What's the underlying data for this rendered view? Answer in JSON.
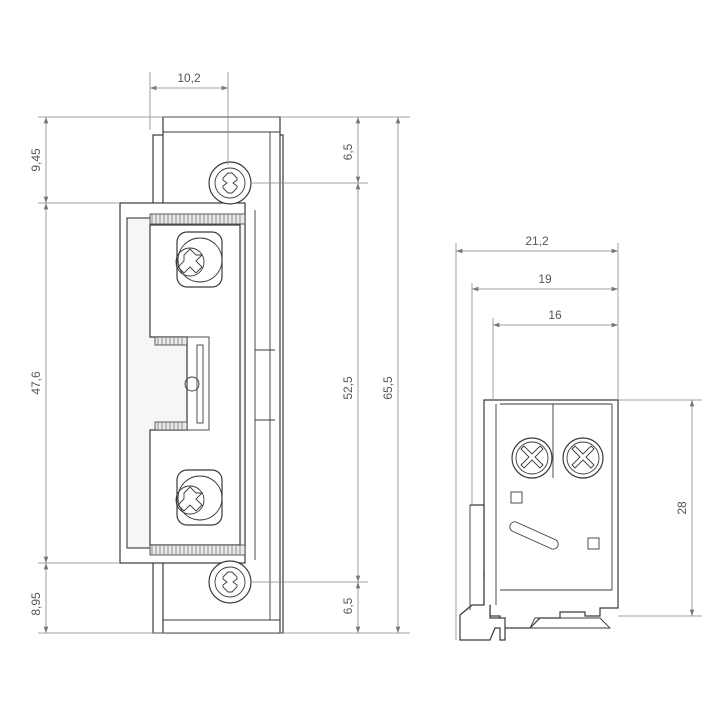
{
  "front_view": {
    "dimensions": {
      "top_width": "10,2",
      "top_offset": "9,45",
      "strike_height": "47,6",
      "bottom_offset": "8,95",
      "screw_top": "6,5",
      "screw_spacing": "52,5",
      "total_height": "65,5",
      "screw_bottom": "6,5"
    }
  },
  "side_view": {
    "dimensions": {
      "depth_total": "21,2",
      "depth_mid": "19",
      "depth_inner": "16",
      "body_height": "28"
    }
  },
  "icons": [
    "torx-screw-icon",
    "cross-screw-icon",
    "arrow-icon"
  ]
}
